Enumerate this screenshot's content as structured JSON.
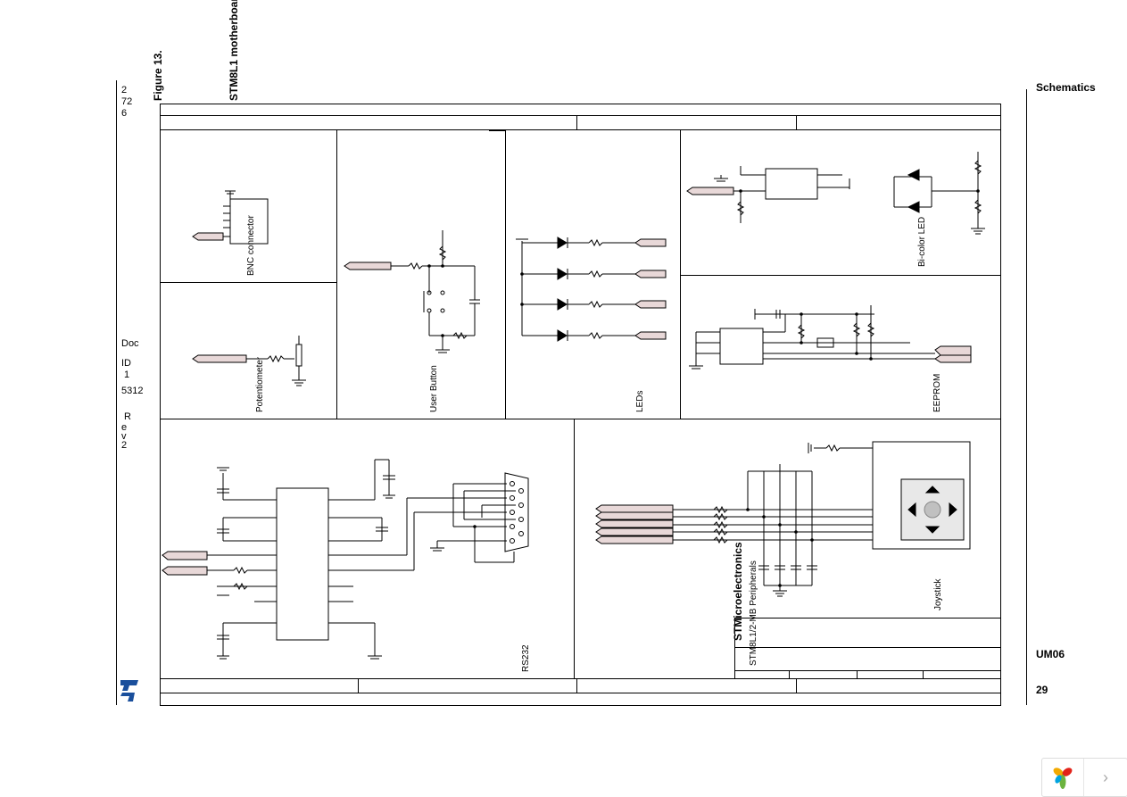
{
  "header": {
    "figure_label": "Figure 13.",
    "figure_title": "STM8L1 motherboar",
    "section": "Schematics"
  },
  "left_margin": {
    "page_frag_a": "2",
    "page_frag_b": "72",
    "page_frag_c": "6",
    "doc_a": "Doc",
    "doc_b": "ID",
    "doc_c": "1",
    "doc_d": "5312",
    "rev_a": "R",
    "rev_b": "e",
    "rev_c": "v",
    "rev_d": "2"
  },
  "right_margin": {
    "doc_code": "UM06",
    "page_number": "29"
  },
  "schematic": {
    "blocks": {
      "bnc": "BNC connector",
      "potentiometer": "Potentiometer",
      "user_button": "User Button",
      "leds": "LEDs",
      "bicolor_led": "Bi-color LED",
      "eeprom": "EEPROM",
      "rs232": "RS232",
      "joystick": "Joystick"
    },
    "title_block": {
      "company": "STMicroelectronics",
      "title": "STM8L1/2-MB Peripherals"
    }
  },
  "colors": {
    "ink": "#000000",
    "connector_fill": "#e8d8d8",
    "joystick_fill": "#e8e8e8"
  },
  "icons": {
    "st_logo": "st-logo-icon",
    "viewer_logo": "viewer-logo-icon",
    "next": "chevron-right-icon"
  },
  "nav": {
    "next_symbol": "›"
  }
}
